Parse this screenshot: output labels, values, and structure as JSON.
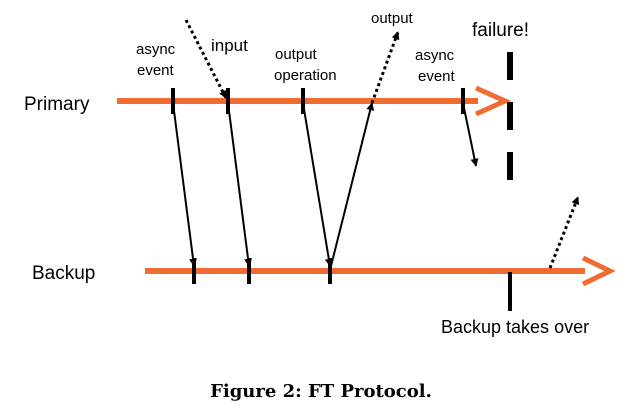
{
  "labels": {
    "primary": "Primary",
    "backup": "Backup",
    "async_event_1": [
      "async",
      "event"
    ],
    "input": "input",
    "output_operation": [
      "output",
      "operation"
    ],
    "output": "output",
    "async_event_2": [
      "async",
      "event"
    ],
    "failure": "failure!",
    "backup_takes_over": "Backup takes over"
  },
  "caption": "Figure 2: FT Protocol.",
  "colors": {
    "timeline": "#f26b33",
    "marks": "#000000"
  }
}
